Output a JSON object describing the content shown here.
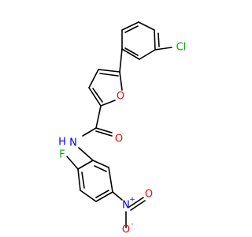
{
  "molecule": {
    "atoms": {
      "chlorine": {
        "symbol": "Cl",
        "color": "#00aa00"
      },
      "furan_oxygen": {
        "symbol": "O",
        "color": "#ff0000"
      },
      "carbonyl_oxygen": {
        "symbol": "O",
        "color": "#ff0000"
      },
      "amide_nitrogen": {
        "symbol": "N",
        "color": "#0000ff"
      },
      "amide_hydrogen": {
        "symbol": "H",
        "color": "#0000ff"
      },
      "fluorine": {
        "symbol": "F",
        "color": "#00aa00"
      },
      "nitro_nitrogen": {
        "symbol": "N",
        "color": "#0000ff"
      },
      "nitro_nitrogen_charge": {
        "symbol": "+",
        "color": "#0000ff"
      },
      "nitro_oxygen_double": {
        "symbol": "O",
        "color": "#ff0000"
      },
      "nitro_oxygen_single": {
        "symbol": "O",
        "color": "#ff0000"
      },
      "nitro_oxygen_charge": {
        "symbol": "-",
        "color": "#ff0000"
      }
    }
  }
}
